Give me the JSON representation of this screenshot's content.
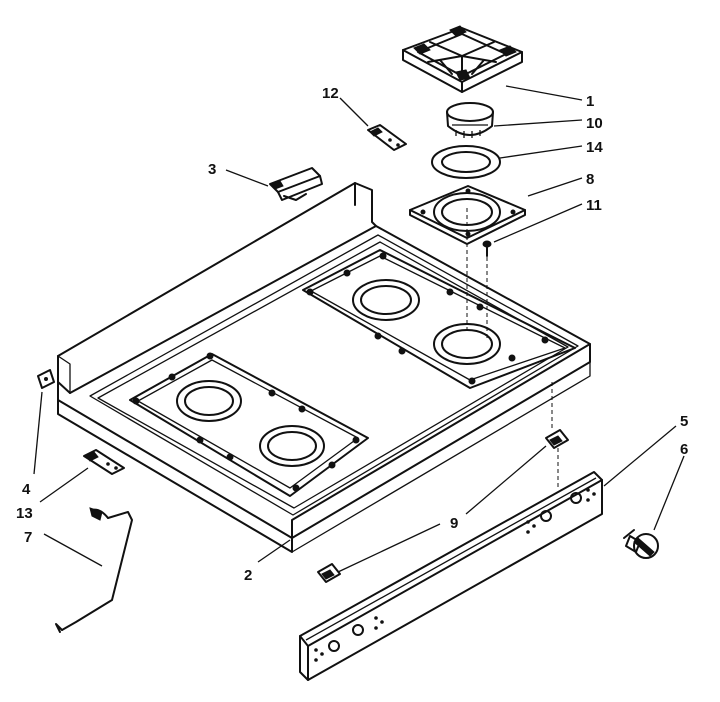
{
  "callouts": [
    {
      "id": "1",
      "label": "1"
    },
    {
      "id": "10",
      "label": "10"
    },
    {
      "id": "14",
      "label": "14"
    },
    {
      "id": "8",
      "label": "8"
    },
    {
      "id": "11",
      "label": "11"
    },
    {
      "id": "12",
      "label": "12"
    },
    {
      "id": "3",
      "label": "3"
    },
    {
      "id": "5",
      "label": "5"
    },
    {
      "id": "6",
      "label": "6"
    },
    {
      "id": "4",
      "label": "4"
    },
    {
      "id": "13",
      "label": "13"
    },
    {
      "id": "7",
      "label": "7"
    },
    {
      "id": "9",
      "label": "9"
    },
    {
      "id": "2",
      "label": "2"
    }
  ]
}
